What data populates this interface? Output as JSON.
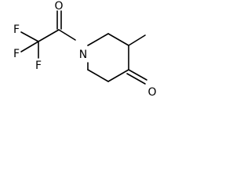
{
  "molecule": {
    "atoms": {
      "O_acyl": "O",
      "F_1": "F",
      "F_2": "F",
      "F_3": "F",
      "N": "N",
      "O_ketone": "O"
    }
  }
}
